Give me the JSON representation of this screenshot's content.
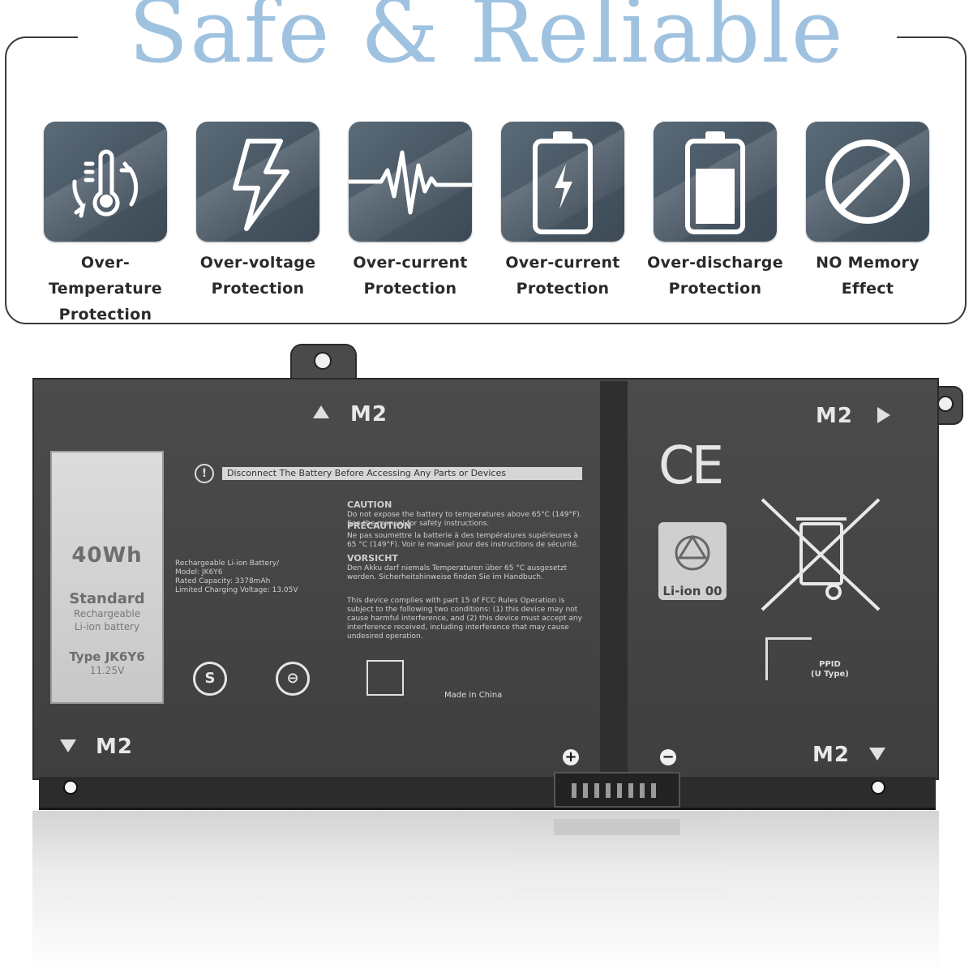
{
  "headline": "Safe & Reliable",
  "features": [
    {
      "icon": "thermometer-icon",
      "line1": "Over-Temperature",
      "line2": "Protection"
    },
    {
      "icon": "lightning-icon",
      "line1": "Over-voltage",
      "line2": "Protection"
    },
    {
      "icon": "waveform-icon",
      "line1": "Over-current",
      "line2": "Protection"
    },
    {
      "icon": "battery-charging-icon",
      "line1": "Over-current",
      "line2": "Protection"
    },
    {
      "icon": "battery-low-icon",
      "line1": "Over-discharge",
      "line2": "Protection"
    },
    {
      "icon": "prohibited-icon",
      "line1": "NO Memory",
      "line2": "Effect"
    }
  ],
  "battery": {
    "capacity": "40Wh",
    "standard": "Standard",
    "rechargeable": "Rechargeable",
    "chemistry": "Li-ion battery",
    "type": "Type JK6Y6",
    "voltage": "11.25V",
    "m2_label": "M2",
    "warning": "Disconnect The Battery Before Accessing Any Parts or Devices",
    "caution_title": "CAUTION",
    "caution_text": "Do not expose the battery to temperatures above 65°C (149°F). See the manual for safety instructions.",
    "precaution_title": "PRECAUTION",
    "precaution_text": "Ne pas soumettre la batterie à des températures supérieures à 65 °C (149°F). Voir le manuel pour des instructions de sécurité.",
    "vorsicht_title": "VORSICHT",
    "vorsicht_text": "Den Akku darf niemals Temperaturen über 65 °C ausgesetzt werden. Sicherheitshinweise finden Sie im Handbuch.",
    "left_specs": "Rechargeable Li-ion Battery/\nModel: JK6Y6\nRated Capacity: 3378mAh\nLimited Charging Voltage: 13.05V",
    "fcc_text": "This device complies with part 15 of FCC Rules Operation is subject to the following two conditions: (1) this device may not cause harmful interference, and (2) this device must accept any interference received, including interference that may cause undesired operation.",
    "made_in": "Made in China",
    "ce_mark": "CE",
    "recycle_label": "Li-ion 00",
    "ppid_line1": "PPID",
    "ppid_line2": "(U Type)",
    "plus": "+",
    "minus": "−"
  },
  "colors": {
    "headline": "#9fc2e0",
    "tile": "#4a5966",
    "battery": "#444444"
  }
}
